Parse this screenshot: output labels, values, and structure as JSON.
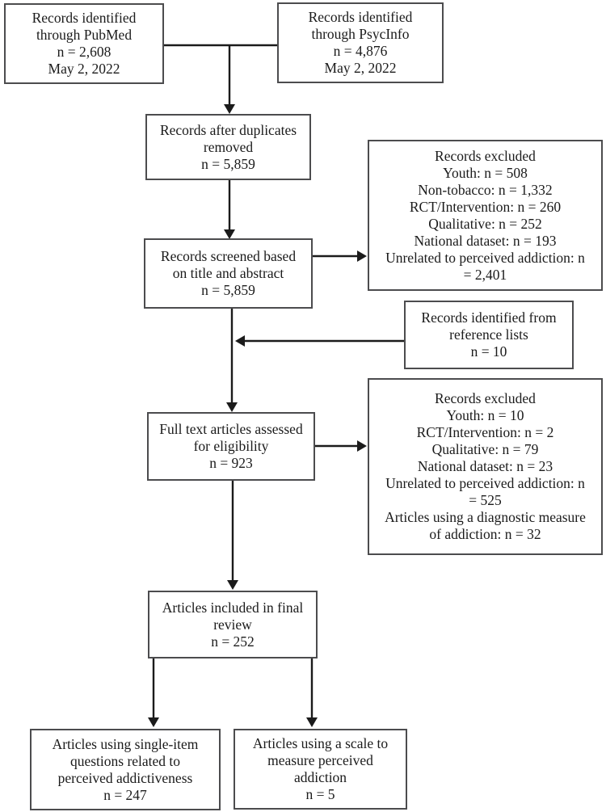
{
  "figure": {
    "kind": "study-selection-flow-diagram",
    "colors": {
      "background": "#ffffff",
      "box_border": "#4c4c4e",
      "arrow": "#1b1b1b",
      "text": "#1b1b1b"
    }
  },
  "boxes": {
    "pubmed": {
      "lines": [
        "Records identified",
        "through PubMed",
        "n = 2,608",
        "May 2, 2022"
      ]
    },
    "psycinfo": {
      "lines": [
        "Records identified",
        "through PsycInfo",
        "n = 4,876",
        "May 2, 2022"
      ]
    },
    "duplicates_removed": {
      "lines": [
        "Records after duplicates",
        "removed",
        "n = 5,859"
      ]
    },
    "excluded_screening": {
      "lines": [
        "Records excluded",
        "Youth: n = 508",
        "Non-tobacco: n = 1,332",
        "RCT/Intervention: n = 260",
        "Qualitative: n = 252",
        "National dataset: n = 193",
        "Unrelated to perceived addiction: n",
        "= 2,401"
      ]
    },
    "screened": {
      "lines": [
        "Records screened based",
        "on title and abstract",
        "n = 5,859"
      ]
    },
    "reference_lists": {
      "lines": [
        "Records identified from",
        "reference lists",
        "n = 10"
      ]
    },
    "full_text": {
      "lines": [
        "Full text articles assessed",
        "for eligibility",
        "n = 923"
      ]
    },
    "excluded_full_text": {
      "lines": [
        "Records excluded",
        "Youth: n = 10",
        "RCT/Intervention: n = 2",
        "Qualitative: n = 79",
        "National dataset: n = 23",
        "Unrelated to perceived addiction: n",
        "= 525",
        "Articles using a diagnostic measure",
        "of addiction: n = 32"
      ]
    },
    "included": {
      "lines": [
        "Articles included in final",
        "review",
        "n = 252"
      ]
    },
    "single_item": {
      "lines": [
        "Articles using single-item",
        "questions related to",
        "perceived addictiveness",
        "n = 247"
      ]
    },
    "scale": {
      "lines": [
        "Articles using a scale to",
        "measure perceived",
        "addiction",
        "n = 5"
      ]
    }
  }
}
